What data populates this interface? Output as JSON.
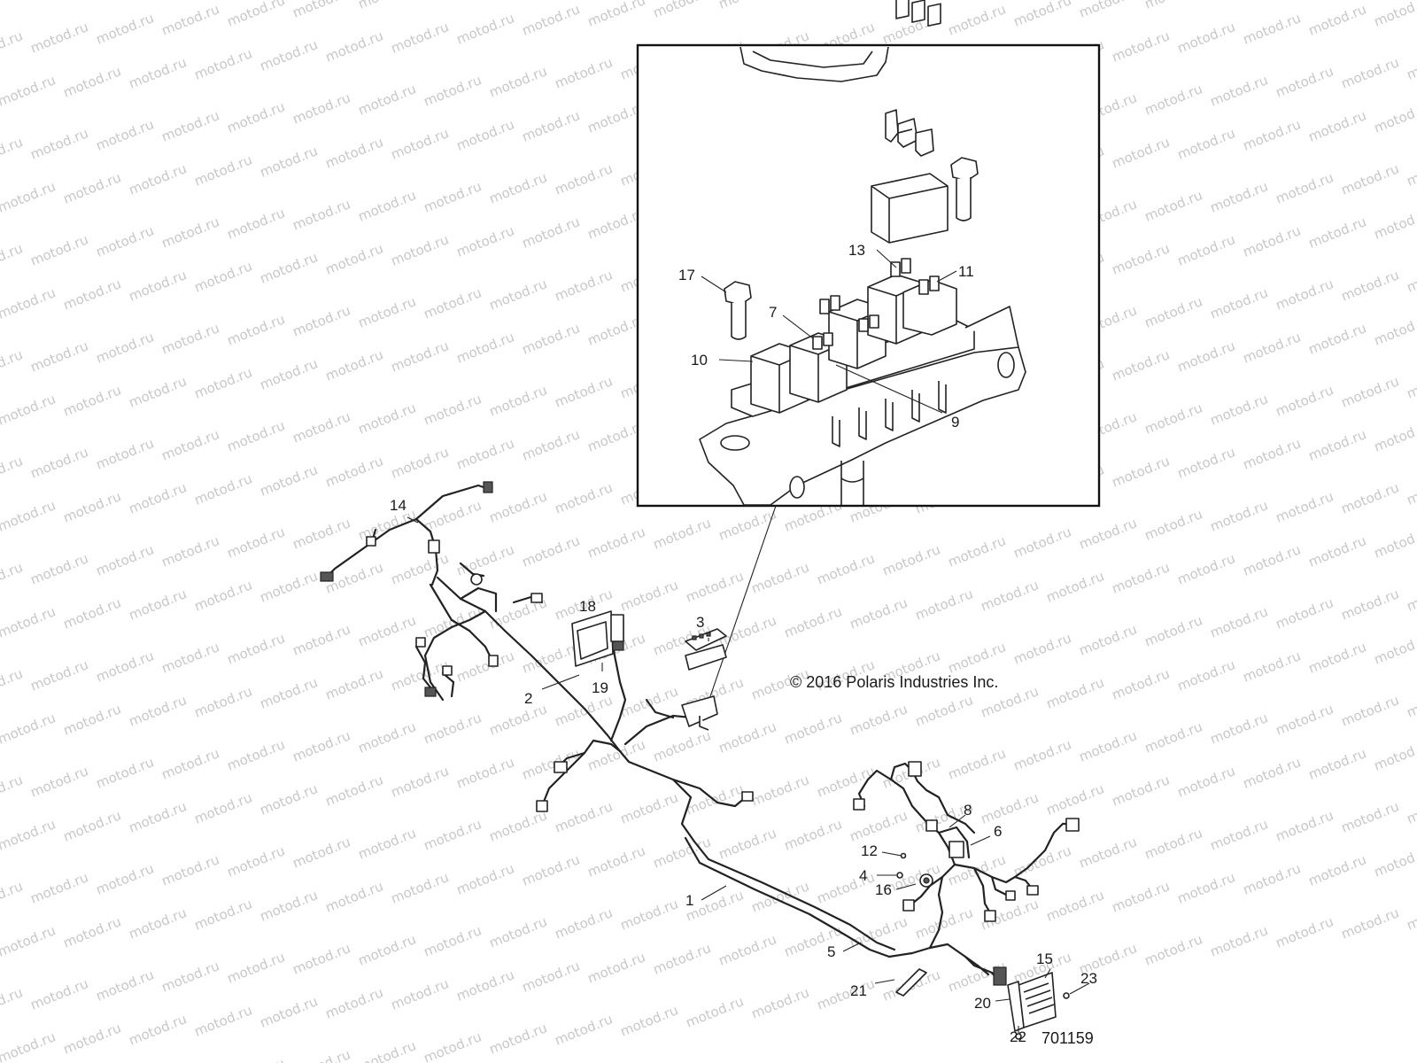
{
  "watermark": {
    "text": "motod.ru"
  },
  "copyright": "© 2016 Polaris Industries Inc.",
  "drawing_number": "701159",
  "callouts": [
    {
      "id": "c17",
      "label": "17"
    },
    {
      "id": "c13",
      "label": "13"
    },
    {
      "id": "c11",
      "label": "11"
    },
    {
      "id": "c7",
      "label": "7"
    },
    {
      "id": "c10",
      "label": "10"
    },
    {
      "id": "c9",
      "label": "9"
    },
    {
      "id": "c14",
      "label": "14"
    },
    {
      "id": "c18",
      "label": "18"
    },
    {
      "id": "c3",
      "label": "3"
    },
    {
      "id": "c19",
      "label": "19"
    },
    {
      "id": "c2",
      "label": "2"
    },
    {
      "id": "c8",
      "label": "8"
    },
    {
      "id": "c6",
      "label": "6"
    },
    {
      "id": "c12",
      "label": "12"
    },
    {
      "id": "c4",
      "label": "4"
    },
    {
      "id": "c16",
      "label": "16"
    },
    {
      "id": "c1",
      "label": "1"
    },
    {
      "id": "c5",
      "label": "5"
    },
    {
      "id": "c15",
      "label": "15"
    },
    {
      "id": "c23",
      "label": "23"
    },
    {
      "id": "c21",
      "label": "21"
    },
    {
      "id": "c20",
      "label": "20"
    },
    {
      "id": "c22",
      "label": "22"
    }
  ]
}
